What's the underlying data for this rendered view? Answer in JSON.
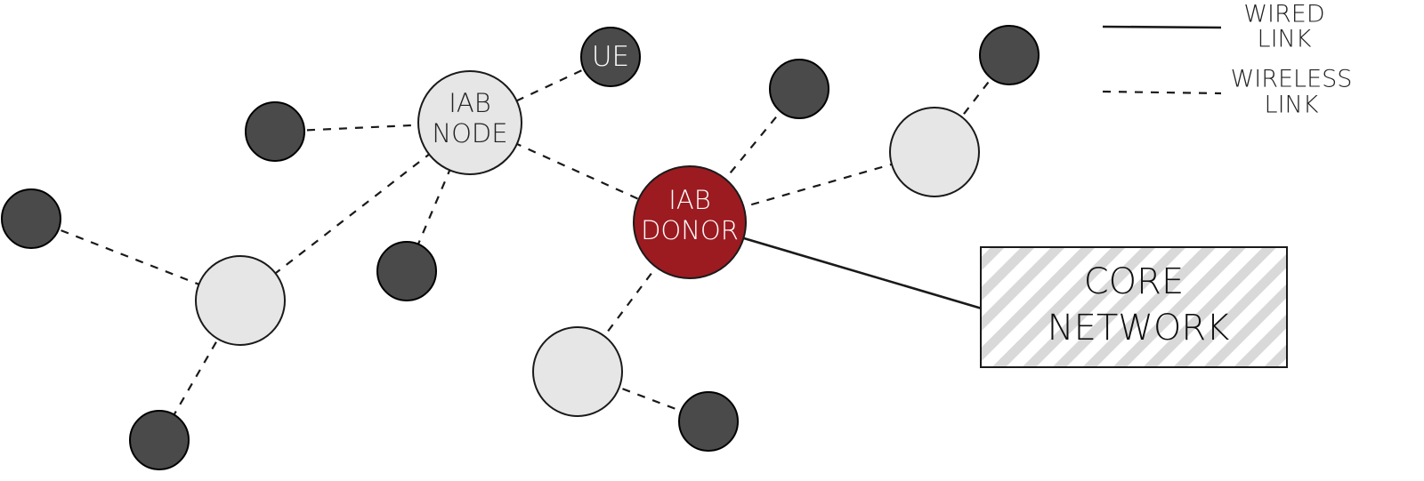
{
  "labels": {
    "iab_node": [
      "IAB",
      "NODE"
    ],
    "iab_donor": [
      "IAB",
      "DONOR"
    ],
    "ue": "UE",
    "core_network": [
      "CORE",
      "NETWORK"
    ]
  },
  "legend": {
    "wired": [
      "WIRED",
      "LINK"
    ],
    "wireless": [
      "WIRELESS",
      "LINK"
    ]
  },
  "colors": {
    "donor": "#9b1b21",
    "ue": "#4a4a4a",
    "iab": "#e6e6e6",
    "hatch": "#d9d9d9"
  }
}
